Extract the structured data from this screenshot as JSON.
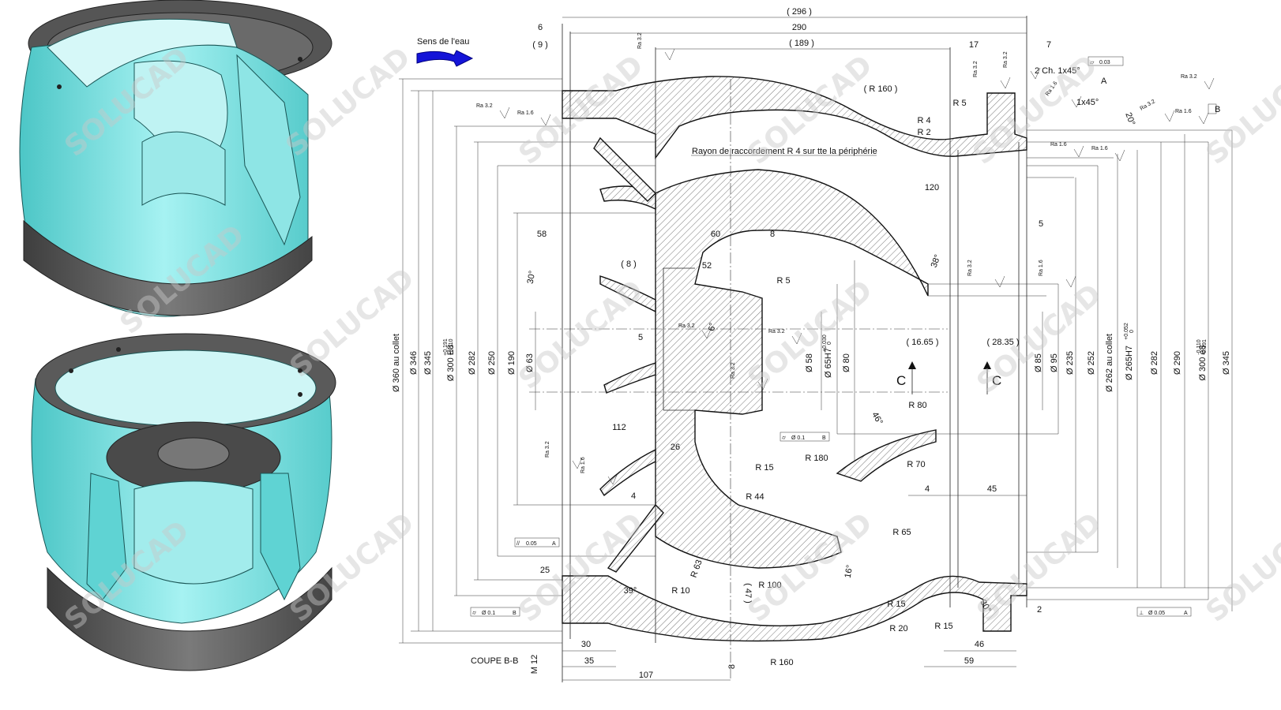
{
  "header": {
    "water_direction": "Sens de l'eau"
  },
  "section_label": "COUPE B-B",
  "section_marks": [
    "C",
    "C"
  ],
  "fillet_note": "Rayon de raccordement R 4 sur tte la périphérie",
  "chamfer_note": "2 Ch. 1x45°",
  "chamfer2": "1x45°",
  "watermark": "SOLUCAD",
  "datums": [
    "A",
    "B"
  ],
  "horizontal_dims": [
    {
      "label": "( 296 )"
    },
    {
      "label": "290"
    },
    {
      "label": "( 189 )"
    },
    {
      "label": "6"
    },
    {
      "label": "( 9 )"
    },
    {
      "label": "17"
    },
    {
      "label": "7"
    },
    {
      "label": "58"
    },
    {
      "label": "60"
    },
    {
      "label": "8"
    },
    {
      "label": "( 8 )"
    },
    {
      "label": "52"
    },
    {
      "label": "5"
    },
    {
      "label": "( 16.65 )"
    },
    {
      "label": "( 28.35 )"
    },
    {
      "label": "120"
    },
    {
      "label": "5"
    },
    {
      "label": "112"
    },
    {
      "label": "26"
    },
    {
      "label": "4"
    },
    {
      "label": "4"
    },
    {
      "label": "45"
    },
    {
      "label": "25"
    },
    {
      "label": "30"
    },
    {
      "label": "35"
    },
    {
      "label": "107"
    },
    {
      "label": "46"
    },
    {
      "label": "59"
    },
    {
      "label": "2"
    },
    {
      "label": "M 12"
    },
    {
      "label": "8"
    },
    {
      "label": "( 47 )"
    }
  ],
  "radius_labels": [
    {
      "label": "( R 160 )"
    },
    {
      "label": "R 5"
    },
    {
      "label": "R 4"
    },
    {
      "label": "R 2"
    },
    {
      "label": "R 5"
    },
    {
      "label": "R 80"
    },
    {
      "label": "R 70"
    },
    {
      "label": "R 180"
    },
    {
      "label": "R 15"
    },
    {
      "label": "R 44"
    },
    {
      "label": "R 63"
    },
    {
      "label": "R 100"
    },
    {
      "label": "R 10"
    },
    {
      "label": "R 65"
    },
    {
      "label": "R 15"
    },
    {
      "label": "R 20"
    },
    {
      "label": "R 15"
    },
    {
      "label": "R 160"
    }
  ],
  "angle_labels": [
    "30°",
    "38°",
    "46°",
    "16°",
    "39°",
    "30°",
    "20°",
    "6°"
  ],
  "left_diameters": [
    "Ø 360 au collet",
    "Ø 346",
    "Ø 345",
    "Ø 300 E8",
    "Ø 282",
    "Ø 250",
    "Ø 190",
    "Ø 63",
    "Ø 58",
    "Ø 65H7",
    "Ø 80"
  ],
  "right_diameters": [
    "Ø 85",
    "Ø 95",
    "Ø 235",
    "Ø 252",
    "Ø 262 au collet",
    "Ø 265H7",
    "Ø 282",
    "Ø 290",
    "Ø 300 e8",
    "Ø 345"
  ],
  "roughness": [
    "Ra 3.2",
    "Ra 1.6"
  ],
  "tolerances": {
    "e8_upper": "-0.110",
    "e8_lower": "-0.191",
    "E8_upper": "+0.191",
    "E8_lower": "+0.110",
    "H7_upper": "+0.052",
    "H7_lower": "0",
    "H7b_upper": "+0.030",
    "H7b_lower": "0"
  },
  "gdt_frames": [
    {
      "symbol": "⏥",
      "value": "0.03",
      "datum": ""
    },
    {
      "symbol": "⌭",
      "value": "Ø 0.1",
      "datum": "B"
    },
    {
      "symbol": "//",
      "value": "0.05",
      "datum": "A"
    },
    {
      "symbol": "⌭",
      "value": "Ø 0.1",
      "datum": "B"
    },
    {
      "symbol": "⊥",
      "value": "Ø 0.05",
      "datum": "A"
    }
  ],
  "colors": {
    "model_cyan": "#7fe6e6",
    "model_grey": "#5a5a5a",
    "arrow_blue": "#1414d8",
    "line": "#222222"
  }
}
